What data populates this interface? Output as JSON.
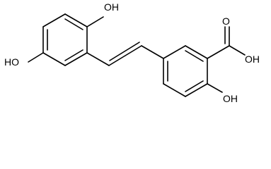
{
  "molecule": {
    "atom_labels": {
      "hydroxyl_top": "OH",
      "hydroxyl_left": "HO",
      "carboxyl_oxygen": "O",
      "carboxyl_hydroxyl": "OH",
      "hydroxyl_bottom": "OH"
    }
  }
}
